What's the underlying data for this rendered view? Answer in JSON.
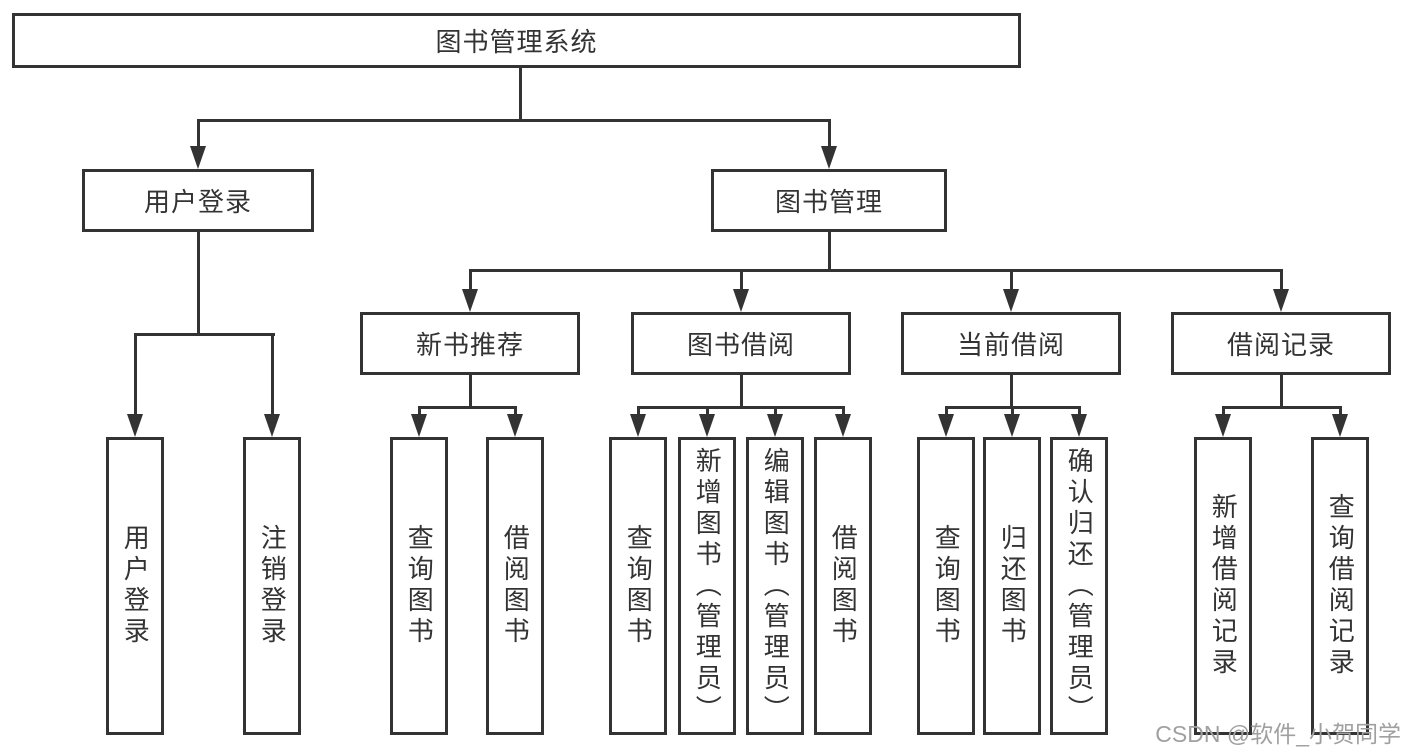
{
  "diagram": {
    "root": {
      "label": "图书管理系统",
      "children": [
        {
          "label": "用户登录",
          "children": [
            {
              "label": "用户登录"
            },
            {
              "label": "注销登录"
            }
          ]
        },
        {
          "label": "图书管理",
          "children": [
            {
              "label": "新书推荐",
              "children": [
                {
                  "label": "查询图书"
                },
                {
                  "label": "借阅图书"
                }
              ]
            },
            {
              "label": "图书借阅",
              "children": [
                {
                  "label": "查询图书"
                },
                {
                  "label": "新增图书（管理员）"
                },
                {
                  "label": "编辑图书（管理员）"
                },
                {
                  "label": "借阅图书"
                }
              ]
            },
            {
              "label": "当前借阅",
              "children": [
                {
                  "label": "查询图书"
                },
                {
                  "label": "归还图书"
                },
                {
                  "label": "确认归还（管理员）"
                }
              ]
            },
            {
              "label": "借阅记录",
              "children": [
                {
                  "label": "新增借阅记录"
                },
                {
                  "label": "查询借阅记录"
                }
              ]
            }
          ]
        }
      ]
    }
  },
  "watermark": {
    "text": "CSDN @软件_小贺同学"
  },
  "colors": {
    "line": "#333333",
    "text": "#333333",
    "watermark": "#a0a0a0",
    "background": "#ffffff"
  }
}
